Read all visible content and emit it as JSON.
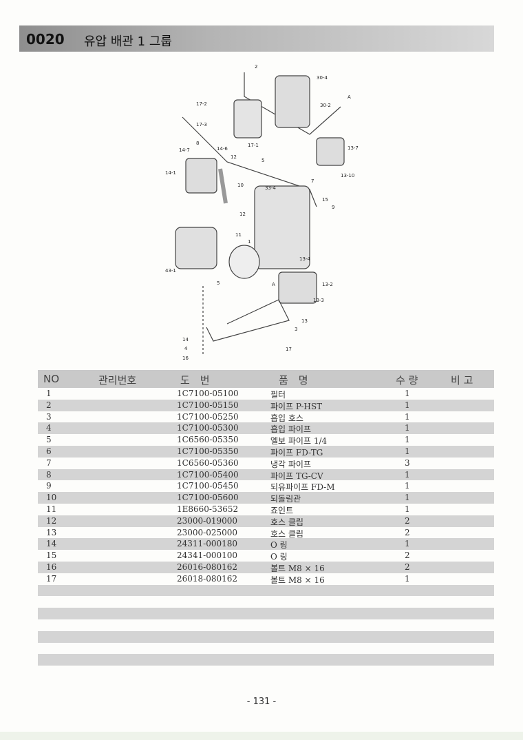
{
  "header": {
    "code": "0020",
    "title": "유압 배관 1 그룹"
  },
  "diagram": {
    "callouts": [
      "2",
      "30-4",
      "30-2",
      "A",
      "17-2",
      "17-3",
      "17-1",
      "8",
      "14-7",
      "14-6",
      "12",
      "13-7",
      "5",
      "13-10",
      "14-1",
      "10",
      "33-4",
      "7",
      "15",
      "9",
      "12",
      "11",
      "1",
      "43-1",
      "5",
      "13-4",
      "A",
      "13-2",
      "13-3",
      "13",
      "3",
      "14",
      "4",
      "16",
      "17"
    ]
  },
  "table": {
    "columns": [
      "NO",
      "관리번호",
      "도　번",
      "품　명",
      "수 량",
      "비 고"
    ],
    "rows": [
      {
        "no": "1",
        "part": "1C7100-05100",
        "name": "필터",
        "qty": "1"
      },
      {
        "no": "2",
        "part": "1C7100-05150",
        "name": "파이프 P-HST",
        "qty": "1"
      },
      {
        "no": "3",
        "part": "1C7100-05250",
        "name": "흡입 호스",
        "qty": "1"
      },
      {
        "no": "4",
        "part": "1C7100-05300",
        "name": "흡입 파이프",
        "qty": "1"
      },
      {
        "no": "5",
        "part": "1C6560-05350",
        "name": "엘보 파이프 1/4",
        "qty": "1"
      },
      {
        "no": "6",
        "part": "1C7100-05350",
        "name": "파이프 FD-TG",
        "qty": "1"
      },
      {
        "no": "7",
        "part": "1C6560-05360",
        "name": "냉각 파이프",
        "qty": "3"
      },
      {
        "no": "8",
        "part": "1C7100-05400",
        "name": "파이프 TG-CV",
        "qty": "1"
      },
      {
        "no": "9",
        "part": "1C7100-05450",
        "name": "되유파이프 FD-M",
        "qty": "1"
      },
      {
        "no": "10",
        "part": "1C7100-05600",
        "name": "되돌림관",
        "qty": "1"
      },
      {
        "no": "11",
        "part": "1E8660-53652",
        "name": "죠인트",
        "qty": "1"
      },
      {
        "no": "12",
        "part": "23000-019000",
        "name": "호스 클립",
        "qty": "2"
      },
      {
        "no": "13",
        "part": "23000-025000",
        "name": "호스 클립",
        "qty": "2"
      },
      {
        "no": "14",
        "part": "24311-000180",
        "name": "O 링",
        "qty": "1"
      },
      {
        "no": "15",
        "part": "24341-000100",
        "name": "O 링",
        "qty": "2"
      },
      {
        "no": "16",
        "part": "26016-080162",
        "name": "볼트 M8 × 16",
        "qty": "2"
      },
      {
        "no": "17",
        "part": "26018-080162",
        "name": "볼트 M8 × 16",
        "qty": "1"
      }
    ]
  },
  "footer": {
    "page": "- 131 -"
  }
}
